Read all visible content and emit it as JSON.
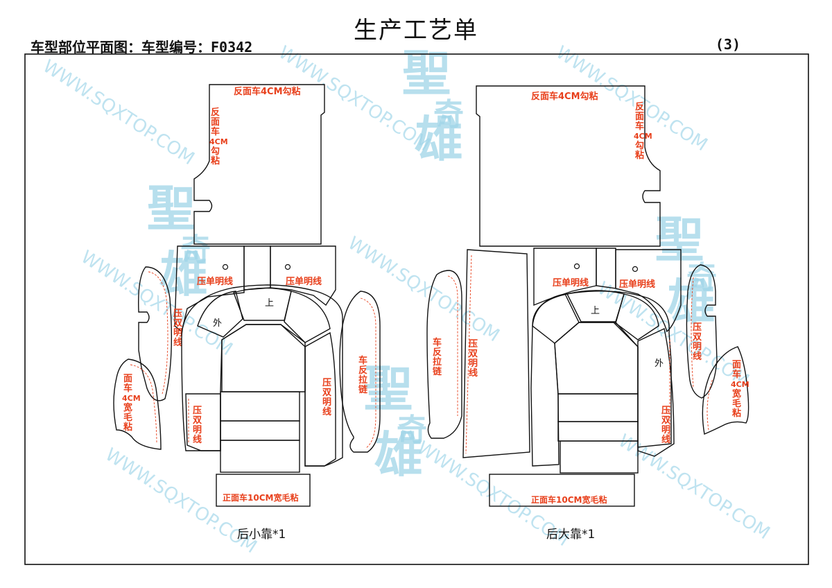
{
  "document": {
    "title": "生产工艺单",
    "header_left": "车型部位平面图：车型编号：F0342",
    "page_number": "(3)"
  },
  "watermark": {
    "url_text": "WWW.SQXTOP.COM",
    "brand_chars": [
      "聖",
      "奇",
      "雄"
    ]
  },
  "left_layout": {
    "caption": "后小靠*1",
    "labels": {
      "top_panel_top": "反面车4CM勾粘",
      "top_panel_side": [
        "反",
        "面",
        "车",
        "4CM",
        "勾",
        "粘"
      ],
      "press_single_left": "压单明线",
      "press_single_right": "压单明线",
      "press_double_left_side": [
        "压",
        "双",
        "明",
        "线"
      ],
      "press_double_inner_left": [
        "压",
        "双",
        "明",
        "线"
      ],
      "press_double_inner_right": [
        "压",
        "双",
        "明",
        "线"
      ],
      "reverse_zipper": [
        "车",
        "反",
        "拉",
        "链"
      ],
      "face_wide_velcro": [
        "面",
        "车",
        "4CM",
        "宽",
        "毛",
        "粘"
      ],
      "bottom_strip": "正面车10CM宽毛粘",
      "up_mark": "上",
      "out_mark": "外"
    }
  },
  "right_layout": {
    "caption": "后大靠*1",
    "labels": {
      "top_panel_top": "反面车4CM勾粘",
      "top_panel_side": [
        "反",
        "面",
        "车",
        "4CM",
        "勾",
        "粘"
      ],
      "press_single_left": "压单明线",
      "press_single_right": "压单明线",
      "reverse_zipper": [
        "车",
        "反",
        "拉",
        "链"
      ],
      "press_double_left": [
        "压",
        "双",
        "明",
        "线"
      ],
      "press_double_right_side": [
        "压",
        "双",
        "明",
        "线"
      ],
      "press_double_inner_right": [
        "压",
        "双",
        "明",
        "线"
      ],
      "face_wide_velcro": [
        "面",
        "车",
        "4CM",
        "宽",
        "毛",
        "粘"
      ],
      "bottom_strip": "正面车10CM宽毛粘",
      "up_mark": "上",
      "out_mark": "外"
    }
  }
}
